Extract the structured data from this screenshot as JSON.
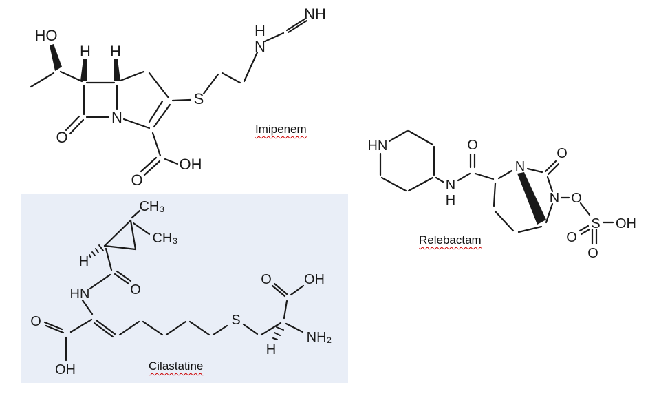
{
  "canvas": {
    "background": "#ffffff",
    "highlight_box_color": "#e9eef7",
    "label_underline_color": "#cc0000"
  },
  "molecules": {
    "imipenem": {
      "label": "Imipenem",
      "atoms": {
        "ho": "HO",
        "h_c6": "H",
        "h_c5": "H",
        "n_ring": "N",
        "o_lactam": "O",
        "o_acid": "O",
        "oh_acid": "OH",
        "s_thioether": "S",
        "h_amine": "H",
        "n_amine": "N",
        "nh_imine": "NH"
      }
    },
    "cilastatine": {
      "label": "Cilastatine",
      "atoms": {
        "ch3_top": "CH₃",
        "ch3_side": "CH₃",
        "h_cyclopropane": "H",
        "hn_amide": "HN",
        "o_amide": "O",
        "o_acid_left": "O",
        "oh_acid_left": "OH",
        "s_thioether": "S",
        "h_stereo": "H",
        "nh2": "NH₂",
        "o_acid_right": "O",
        "oh_acid_right": "OH"
      }
    },
    "relebactam": {
      "label": "Relebactam",
      "atoms": {
        "hn_piperidine": "HN",
        "n_amide": "N",
        "h_amide": "H",
        "o_amide": "O",
        "n1_ring": "N",
        "o_ring": "O",
        "n6_ring": "N",
        "o_link": "O",
        "s_sulfate": "S",
        "oh_sulfate": "OH",
        "o_sulfate_left": "O",
        "o_sulfate_bottom": "O"
      }
    }
  }
}
